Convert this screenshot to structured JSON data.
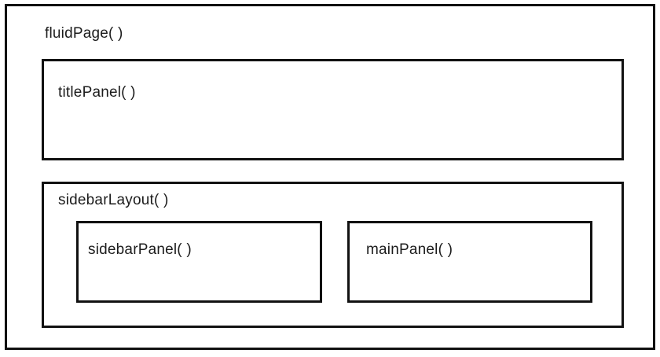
{
  "diagram": {
    "fluid_page": {
      "label": "fluidPage( )"
    },
    "title_panel": {
      "label": "titlePanel( )"
    },
    "sidebar_layout": {
      "label": "sidebarLayout( )"
    },
    "sidebar_panel": {
      "label": "sidebarPanel( )"
    },
    "main_panel": {
      "label": "mainPanel( )"
    }
  },
  "colors": {
    "border": "#111111",
    "text": "#1c1c1c",
    "background": "#ffffff"
  }
}
